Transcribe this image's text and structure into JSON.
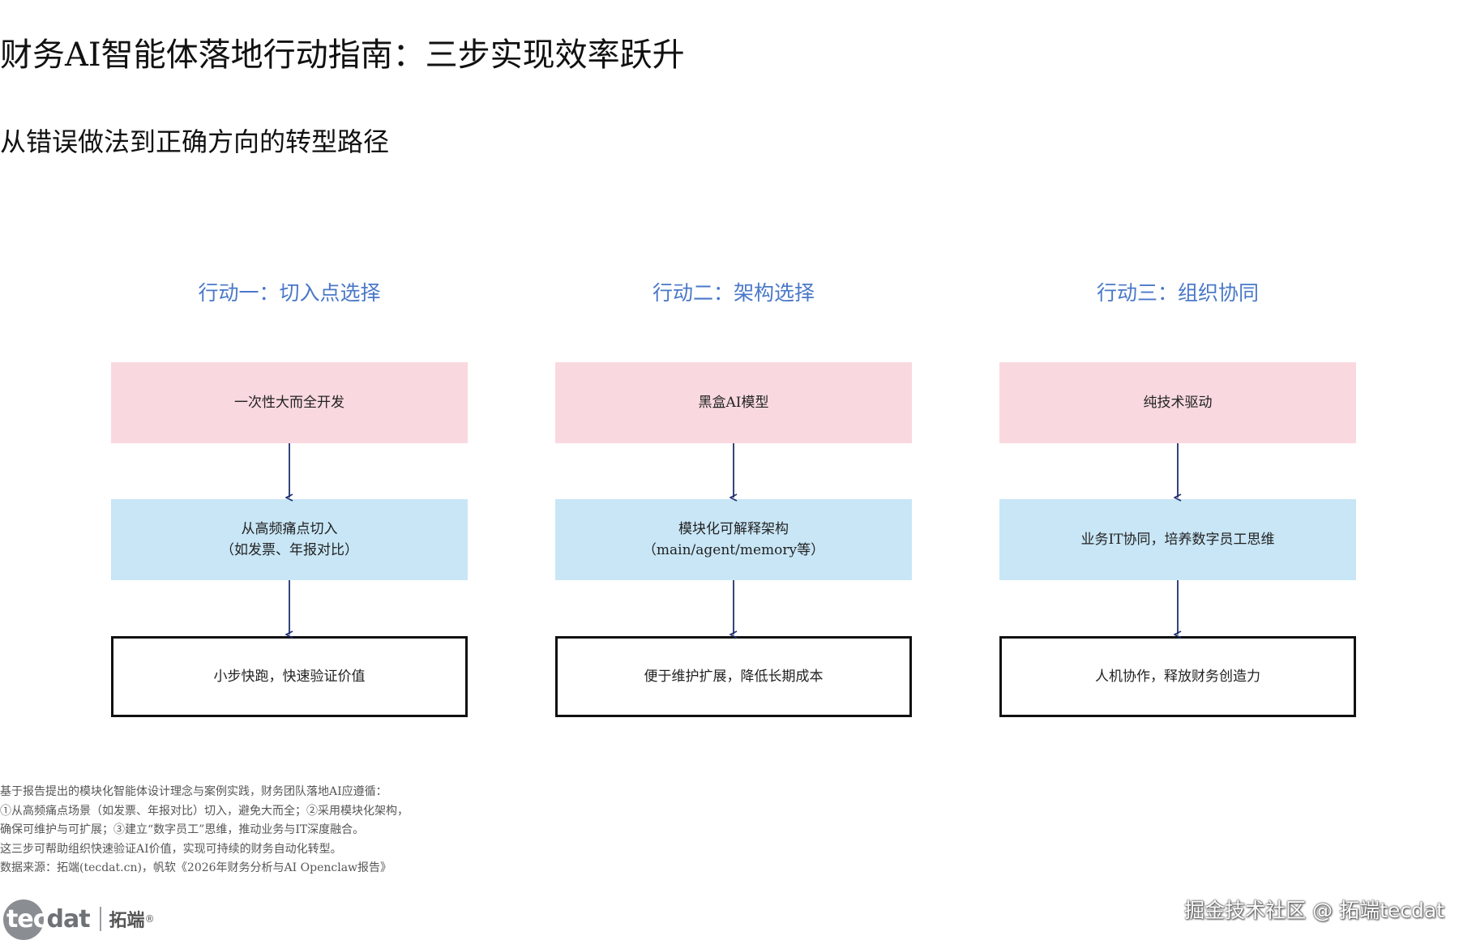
{
  "title": "财务AI智能体落地行动指南：三步实现效率跃升",
  "subtitle": "从错误做法到正确方向的转型路径",
  "columns": [
    {
      "heading": "行动一：切入点选择",
      "problem": "一次性大而全开发",
      "solution_line1": "从高频痛点切入",
      "solution_line2": "（如发票、年报对比）",
      "result": "小步快跑，快速验证价值"
    },
    {
      "heading": "行动二：架构选择",
      "problem": "黑盒AI模型",
      "solution_line1": "模块化可解释架构",
      "solution_line2": "（main/agent/memory等）",
      "result": "便于维护扩展，降低长期成本"
    },
    {
      "heading": "行动三：组织协同",
      "problem": "纯技术驱动",
      "solution_line1": "业务IT协同，培养数字员工思维",
      "solution_line2": "",
      "result": "人机协作，释放财务创造力"
    }
  ],
  "note": {
    "line1": "基于报告提出的模块化智能体设计理念与案例实践，财务团队落地AI应遵循：",
    "line2": "①从高频痛点场景（如发票、年报对比）切入，避免大而全；②采用模块化架构，",
    "line3": "确保可维护与可扩展；③建立“数字员工”思维，推动业务与IT深度融合。",
    "line4": "这三步可帮助组织快速验证AI价值，实现可持续的财务自动化转型。",
    "source": "数据来源：拓端(tecdat.cn)，帆软《2026年财务分析与AI Openclaw报告》"
  },
  "logo": {
    "word_tec": "tec",
    "word_dat": "dat",
    "cn": "拓端",
    "reg": "®"
  },
  "watermark": "掘金技术社区 @ 拓端tecdat",
  "colors": {
    "heading": "#4a78c8",
    "problem_fill": "#f9d9df",
    "solution_fill": "#c8e6f6",
    "result_border": "#111111",
    "arrow": "#1f2f6e"
  }
}
